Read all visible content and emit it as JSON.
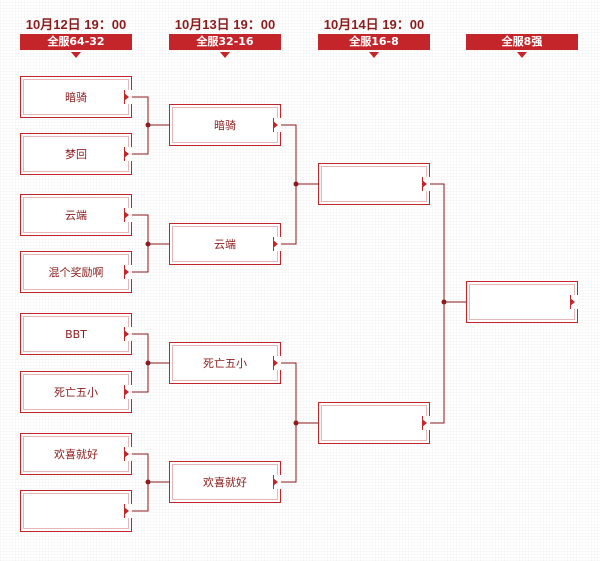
{
  "rounds": [
    {
      "date": "10月12日  19：00",
      "label": "全服64-32"
    },
    {
      "date": "10月13日  19：00",
      "label": "全服32-16"
    },
    {
      "date": "10月14日  19：00",
      "label": "全服16-8"
    },
    {
      "date": "",
      "label": "全服8强"
    }
  ],
  "bracket": {
    "round1": [
      "暗骑",
      "梦回",
      "云端",
      "混个奖励啊",
      "BBT",
      "死亡五小",
      "欢喜就好",
      ""
    ],
    "round2": [
      "暗骑",
      "云端",
      "死亡五小",
      "欢喜就好"
    ],
    "round3": [
      "",
      ""
    ],
    "final": [
      ""
    ]
  },
  "colors": {
    "accent": "#c4252b",
    "text": "#8b1c1c",
    "line": "#8b1c1c"
  }
}
